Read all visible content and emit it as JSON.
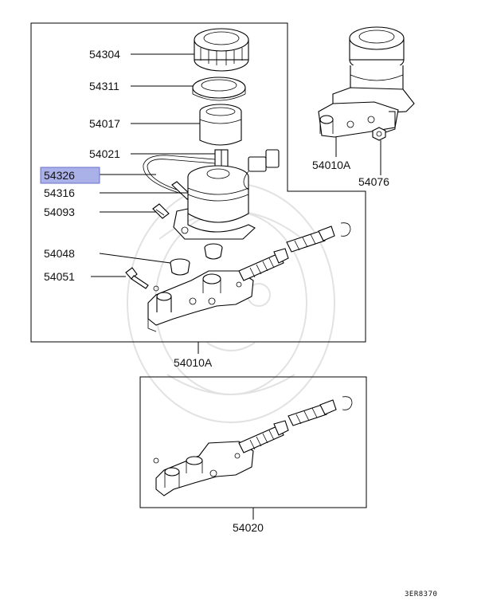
{
  "diagram": {
    "highlight_color": "#aab0e8",
    "parts": [
      {
        "id": "p54304",
        "label": "54304"
      },
      {
        "id": "p54311",
        "label": "54311"
      },
      {
        "id": "p54017",
        "label": "54017"
      },
      {
        "id": "p54021",
        "label": "54021"
      },
      {
        "id": "p54326",
        "label": "54326",
        "highlighted": true
      },
      {
        "id": "p54316",
        "label": "54316"
      },
      {
        "id": "p54093",
        "label": "54093"
      },
      {
        "id": "p54048",
        "label": "54048"
      },
      {
        "id": "p54051",
        "label": "54051"
      },
      {
        "id": "p54010A_main",
        "label": "54010A"
      },
      {
        "id": "p54010A_inset",
        "label": "54010A"
      },
      {
        "id": "p54076",
        "label": "54076"
      },
      {
        "id": "p54020",
        "label": "54020"
      }
    ],
    "figure_code": "3ER8370"
  }
}
